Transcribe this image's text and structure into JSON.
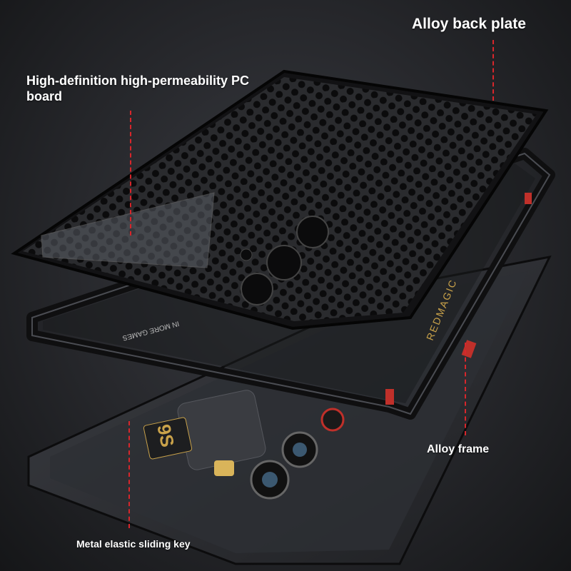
{
  "labels": {
    "back_plate": "Alloy back plate",
    "pc_board": "High-definition high-permeability PC board",
    "frame": "Alloy frame",
    "sliding_key": "Metal elastic sliding key"
  },
  "phone_branding": {
    "brand": "REDMAGIC",
    "badge": "9S",
    "slogan": "IN MORE GAMES"
  },
  "colors": {
    "leader_line": "#d8262b",
    "accent_red": "#c0302a",
    "gold": "#c9a24a",
    "background": "#26272b"
  }
}
